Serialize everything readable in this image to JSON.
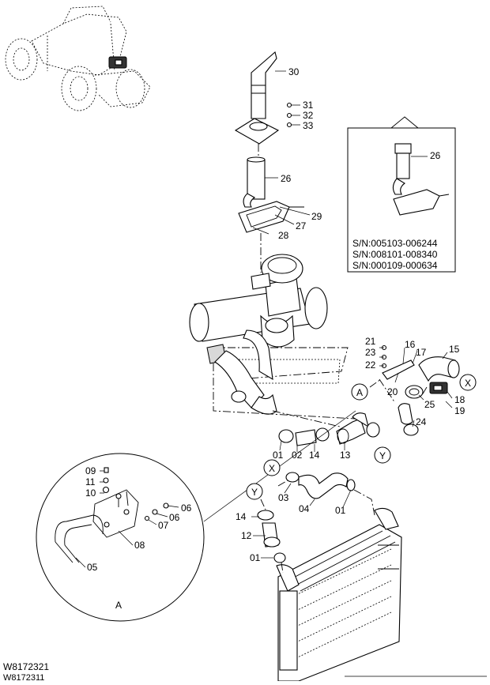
{
  "figure_code": "W8172321",
  "figure_code_ghost": "W8172311",
  "inset": {
    "labels": [
      "26"
    ],
    "serials": [
      "S/N:005103-006244",
      "S/N:008101-008340",
      "S/N:000109-000634"
    ]
  },
  "detail": {
    "view_label": "A"
  },
  "callouts": {
    "p30": "30",
    "p31": "31",
    "p32": "32",
    "p33": "33",
    "p26": "26",
    "p29": "29",
    "p27": "27",
    "p28": "28",
    "p21": "21",
    "p23": "23",
    "p22": "22",
    "p16": "16",
    "p17": "17",
    "p15": "15",
    "p20": "20",
    "p18": "18",
    "p25": "25",
    "p19": "19",
    "p24": "24",
    "p13": "13",
    "p14a": "14",
    "p02": "02",
    "p01a": "01",
    "p03": "03",
    "p04": "04",
    "p01b": "01",
    "p14b": "14",
    "p12": "12",
    "p01c": "01",
    "d09": "09",
    "d11": "11",
    "d10": "10",
    "d06a": "06",
    "d06b": "06",
    "d07": "07",
    "d08": "08",
    "d05": "05"
  },
  "refs": {
    "x1": "X",
    "x2": "X",
    "y1": "Y",
    "y2": "Y",
    "a1": "A"
  }
}
